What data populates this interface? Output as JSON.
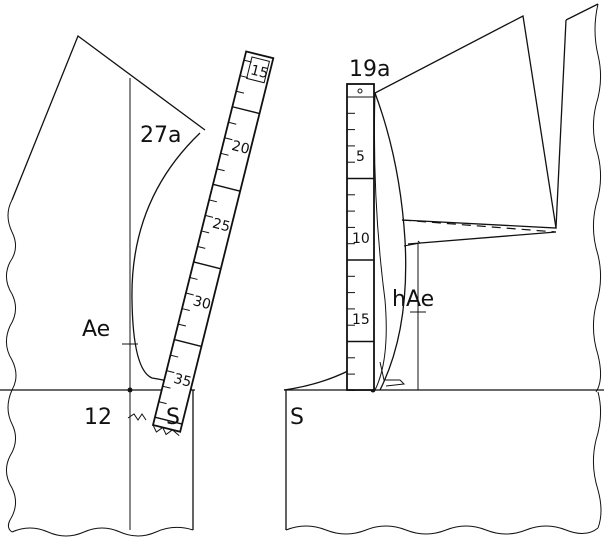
{
  "left_figure": {
    "point_label": "27a",
    "armhole_label": "Ae",
    "corner_label": "12",
    "side_label": "S",
    "ruler_numbers": [
      "15",
      "20",
      "25",
      "30",
      "35"
    ]
  },
  "right_figure": {
    "point_label": "19a",
    "height_label": "h",
    "armhole_label": "Ae",
    "side_label": "S",
    "ruler_numbers": [
      "5",
      "10",
      "15"
    ]
  }
}
